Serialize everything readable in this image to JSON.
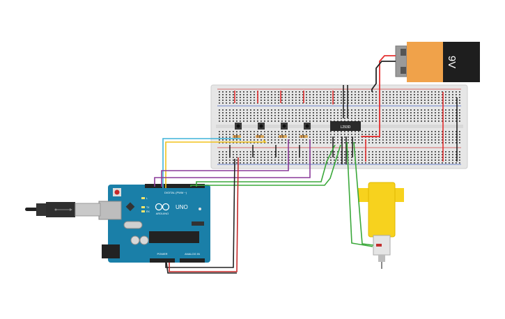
{
  "battery": {
    "label": "9V",
    "color": "#f0a24a"
  },
  "driver_ic": {
    "label": "L293D"
  },
  "arduino": {
    "brand": "ARDUINO",
    "model": "UNO",
    "header_digital": "DIGITAL (PWM ~)",
    "header_power": "POWER",
    "header_analog": "ANALOG IN",
    "led_l": "L",
    "led_tx": "TX",
    "led_rx": "RX"
  },
  "wire_colors": {
    "red": "#e53030",
    "black": "#222222",
    "yellow": "#f2c21b",
    "cyan": "#3fb3d8",
    "purple": "#8a3a9a",
    "green": "#3aa83a"
  },
  "motor": {
    "color": "#f7d21e"
  }
}
